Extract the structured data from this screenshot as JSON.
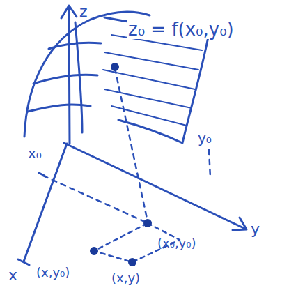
{
  "diagram": {
    "labels": [
      "z",
      "z₀ = f(x₀,y₀)",
      "x₀",
      "y₀",
      "y",
      "x",
      "(x₀,y₀)",
      "(x,y₀)",
      "(x,y)"
    ]
  }
}
